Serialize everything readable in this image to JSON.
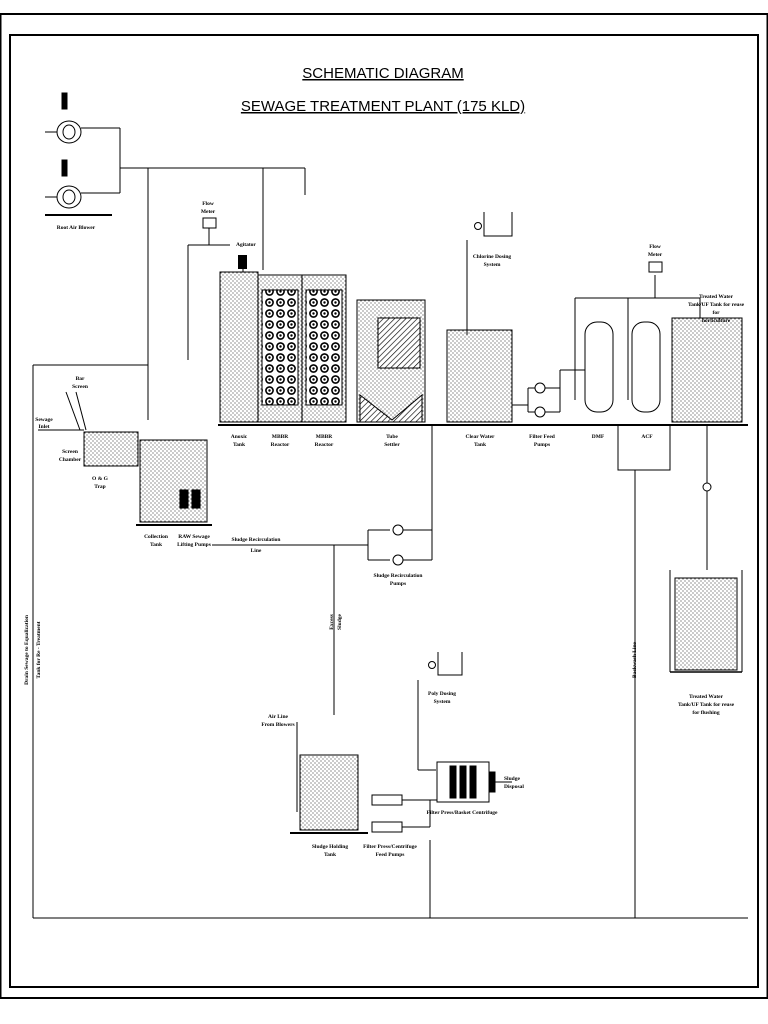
{
  "title": {
    "line1": "SCHEMATIC DIAGRAM",
    "line2": "SEWAGE TREATMENT PLANT (175 KLD)"
  },
  "labels": {
    "blowers": "Root Air Blower",
    "flow_meter_1": [
      "Flow",
      "Meter"
    ],
    "agitator": "Agitator",
    "chlorine": [
      "Chlorine Dosing",
      "System"
    ],
    "flow_meter_2": [
      "Flow",
      "Meter"
    ],
    "treated_tank_top": [
      "Treated Water",
      "Tank/UF Tank for reuse",
      "for",
      "horticulture"
    ],
    "bar_screen": [
      "Bar",
      "Screen"
    ],
    "sewage_inlet": [
      "Sewage",
      "Inlet"
    ],
    "screen_chamber": [
      "Screen",
      "Chamber"
    ],
    "og_trap": [
      "O & G",
      "Trap"
    ],
    "collection_tank": [
      "Collection",
      "Tank"
    ],
    "raw_pumps": [
      "RAW Sewage",
      "Lifting Pumps"
    ],
    "anoxic": [
      "Anoxic",
      "Tank"
    ],
    "mbbr1": [
      "MBBR",
      "Reactor"
    ],
    "mbbr2": [
      "MBBR",
      "Reactor"
    ],
    "tube_settler": [
      "Tube",
      "Settler"
    ],
    "clear_water": [
      "Clear Water",
      "Tank"
    ],
    "filter_feed": [
      "Filter Feed",
      "Pumps"
    ],
    "dmf": "DMF",
    "acf": "ACF",
    "sludge_recirc_line": [
      "Sludge Recirculation",
      "Line"
    ],
    "sludge_recirc_pumps": [
      "Sludge Recirculation",
      "Pumps"
    ],
    "excess_sludge": [
      "Excess",
      "Sludge"
    ],
    "backwash_line": "Backwash Line",
    "drain_left": [
      "Drain Sewage to Equalization",
      "Tank for Re - Treatment"
    ],
    "treated_tank_bottom": [
      "Treated Water",
      "Tank/UF Tank for reuse",
      "for flushing"
    ],
    "poly_dosing": [
      "Poly Dosing",
      "System"
    ],
    "air_line": [
      "Air Line",
      "From Blowers"
    ],
    "sludge_disposal": [
      "Sludge",
      "Disposal"
    ],
    "filter_press_unit": "Filter Press/Basket Centrifuge",
    "sludge_holding": [
      "Sludge Holding",
      "Tank"
    ],
    "filter_press_pumps": [
      "Filter Press/Centrifuge",
      "Feed Pumps"
    ]
  }
}
